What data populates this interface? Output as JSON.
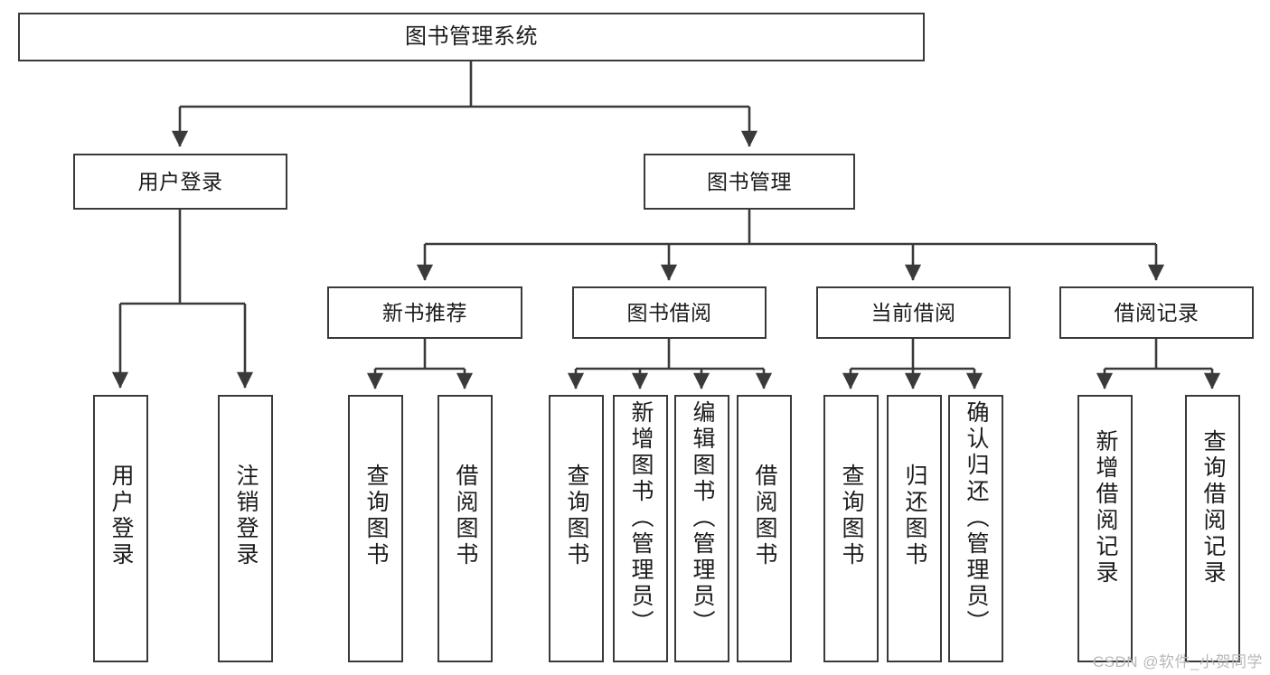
{
  "diagram": {
    "type": "tree-hierarchy",
    "title": "图书管理系统",
    "stroke_color": "#3a3a3a",
    "fill_color": "#ffffff",
    "text_color": "#1b1b1b",
    "nodes": {
      "root": {
        "label": "图书管理系统"
      },
      "level2": [
        {
          "id": "user-login",
          "label": "用户登录"
        },
        {
          "id": "book-manage",
          "label": "图书管理"
        }
      ],
      "level3": [
        {
          "id": "new-book-recommend",
          "label": "新书推荐"
        },
        {
          "id": "book-borrow",
          "label": "图书借阅"
        },
        {
          "id": "current-borrow",
          "label": "当前借阅"
        },
        {
          "id": "borrow-record",
          "label": "借阅记录"
        }
      ],
      "leaves": [
        {
          "id": "leaf-user-login",
          "label": "用户登录",
          "parent": "user-login"
        },
        {
          "id": "leaf-logout-login",
          "label": "注销登录",
          "parent": "user-login"
        },
        {
          "id": "leaf-query-book-1",
          "label": "查询图书",
          "parent": "new-book-recommend"
        },
        {
          "id": "leaf-borrow-book-1",
          "label": "借阅图书",
          "parent": "new-book-recommend"
        },
        {
          "id": "leaf-query-book-2",
          "label": "查询图书",
          "parent": "book-borrow"
        },
        {
          "id": "leaf-add-book",
          "label": "新增图书（管理员）",
          "parent": "book-borrow"
        },
        {
          "id": "leaf-edit-book",
          "label": "编辑图书（管理员）",
          "parent": "book-borrow"
        },
        {
          "id": "leaf-borrow-book-2",
          "label": "借阅图书",
          "parent": "book-borrow"
        },
        {
          "id": "leaf-query-book-3",
          "label": "查询图书",
          "parent": "current-borrow"
        },
        {
          "id": "leaf-return-book",
          "label": "归还图书",
          "parent": "current-borrow"
        },
        {
          "id": "leaf-confirm-return",
          "label": "确认归还（管理员）",
          "parent": "current-borrow"
        },
        {
          "id": "leaf-add-record",
          "label": "新增借阅记录",
          "parent": "borrow-record"
        },
        {
          "id": "leaf-query-record",
          "label": "查询借阅记录",
          "parent": "borrow-record"
        }
      ]
    }
  },
  "watermark": {
    "text": "CSDN @软件_小贺同学"
  }
}
